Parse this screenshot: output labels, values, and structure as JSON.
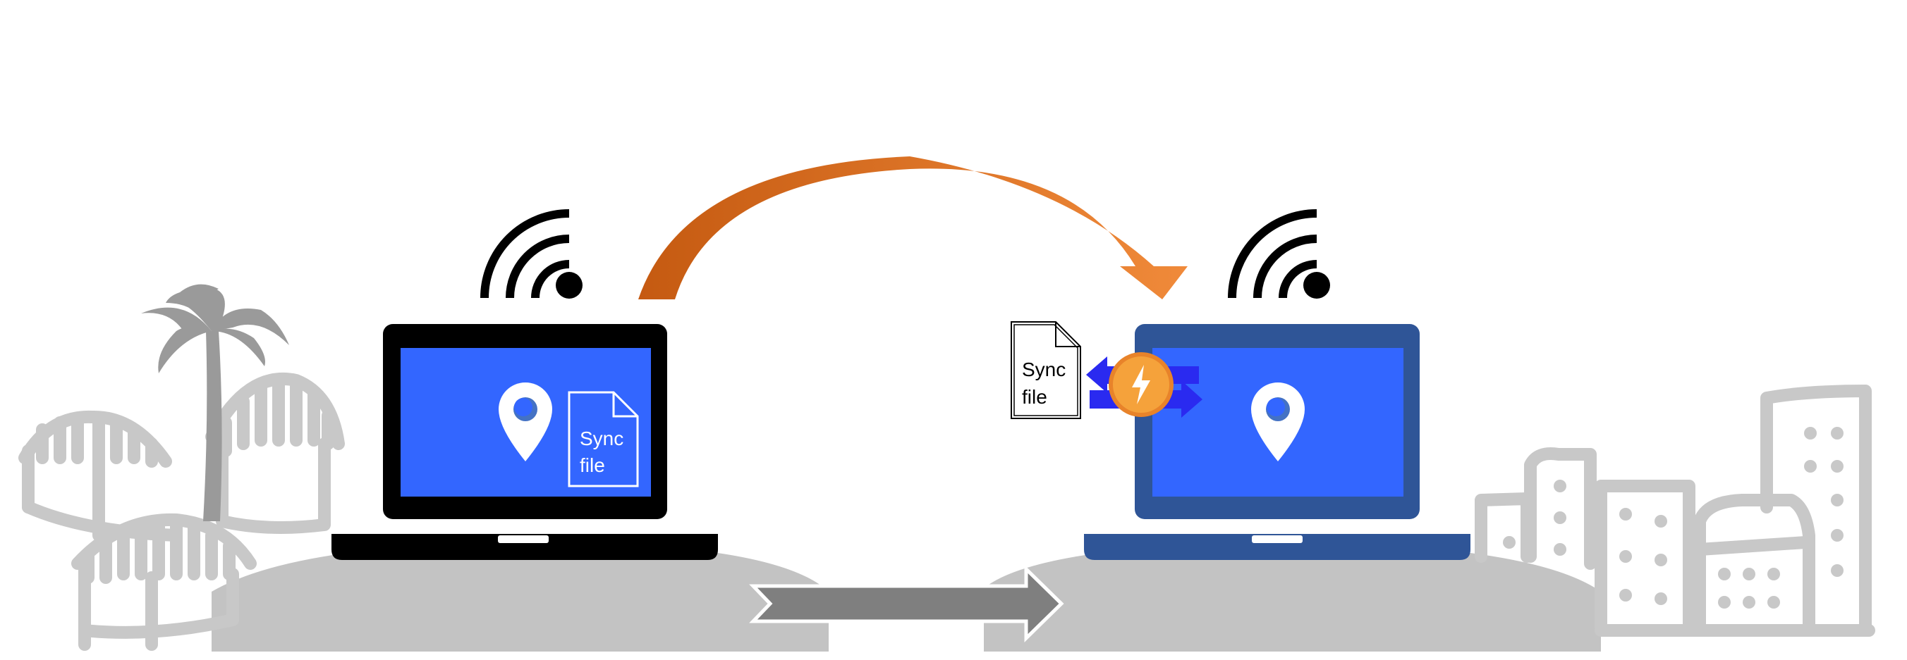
{
  "left_laptop": {
    "doc_line1": "Sync",
    "doc_line2": "file"
  },
  "right_laptop": {
    "doc_line1": "Sync",
    "doc_line2": "file"
  },
  "colors": {
    "screen_blue": "#3366ff",
    "laptop_black": "#000000",
    "laptop_blue": "#2f5597",
    "ground_gray": "#c3c3c3",
    "sketch_gray": "#c8c8c8",
    "palm_gray": "#9a9a9a",
    "travel_arrow_start": "#c55a11",
    "travel_arrow_end": "#ed7d31",
    "sync_arrows": "#2a2af0",
    "conflict_badge": "#f5a23b",
    "move_arrow": "#7f7f7f"
  },
  "icons": [
    "wifi-icon",
    "location-pin-icon",
    "sync-file-icon",
    "lightning-icon",
    "sync-arrows-icon",
    "hut-icon",
    "palm-tree-icon",
    "building-icon"
  ]
}
